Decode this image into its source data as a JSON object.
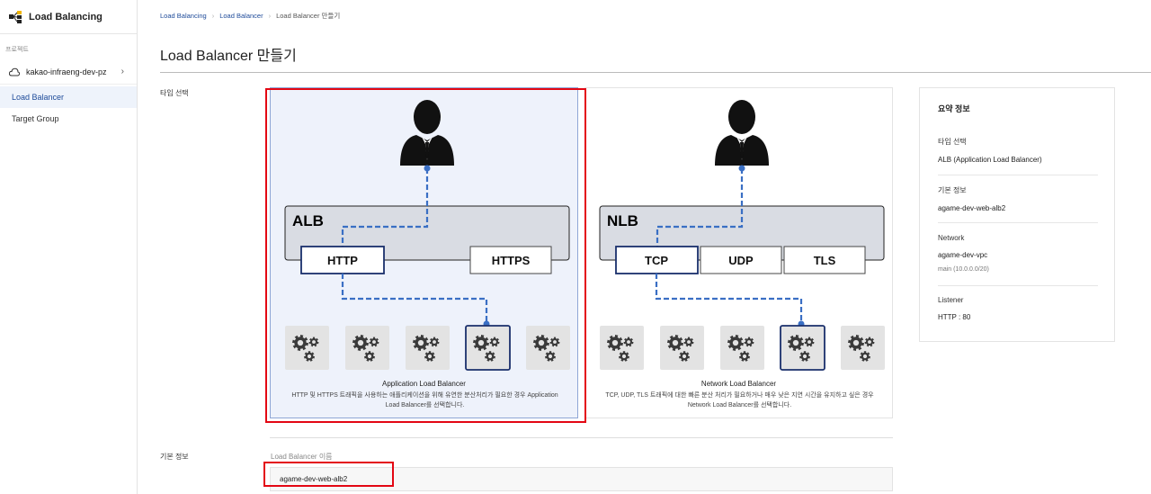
{
  "sidebar": {
    "title": "Load Balancing",
    "project_label": "프로젝트",
    "project_name": "kakao-infraeng-dev-pz",
    "items": [
      {
        "label": "Load Balancer"
      },
      {
        "label": "Target Group"
      }
    ]
  },
  "breadcrumb": [
    "Load Balancing",
    "Load Balancer",
    "Load Balancer 만들기"
  ],
  "page_title": "Load Balancer 만들기",
  "type_section": {
    "label": "타입 선택",
    "alb": {
      "badge": "ALB",
      "protocols": [
        "HTTP",
        "HTTPS"
      ],
      "name": "Application Load Balancer",
      "description_line1": "HTTP 및 HTTPS 트래픽을 사용하는 애플리케이션을 위해 유연한 분산처리가 필요한 경우 Application",
      "description_line2": "Load Balancer를 선택합니다."
    },
    "nlb": {
      "badge": "NLB",
      "protocols": [
        "TCP",
        "UDP",
        "TLS"
      ],
      "name": "Network Load Balancer",
      "description_line1": "TCP, UDP, TLS 트래픽에 대한 빠른 분산 처리가 필요하거나 매우 낮은 지연 시간을 유지하고 싶은 경우",
      "description_line2": "Network Load Balancer를 선택합니다."
    }
  },
  "basic_section": {
    "label": "기본 정보",
    "name_label": "Load Balancer 이름",
    "name_value": "agame-dev-web-alb2"
  },
  "summary": {
    "title": "요약 정보",
    "type_key": "타입 선택",
    "type_value": "ALB (Application Load Balancer)",
    "basic_key": "기본 정보",
    "basic_value": "agame-dev-web-alb2",
    "network_key": "Network",
    "network_value": "agame-dev-vpc",
    "network_sub": "main (10.0.0.0/20)",
    "listener_key": "Listener",
    "listener_value": "HTTP : 80"
  },
  "colors": {
    "accent": "#1d4a99",
    "highlight": "#e30613",
    "dash_line": "#3a6fc4"
  },
  "icons": [
    "load-balancing-icon",
    "cloud-icon",
    "chevron-right-icon",
    "user-icon",
    "gears-icon"
  ]
}
